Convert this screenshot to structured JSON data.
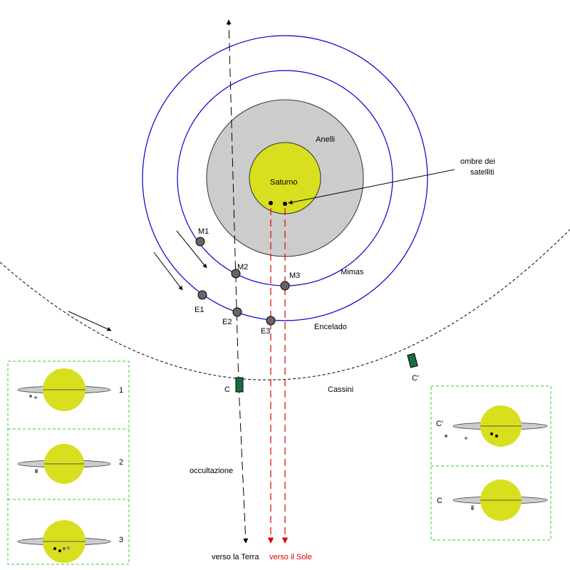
{
  "labels": {
    "saturn": "Saturno",
    "rings": "Anelli",
    "shadows_line1": "ombre dei",
    "shadows_line2": "satelliti",
    "mimas": "Mimas",
    "enceladus": "Encelado",
    "cassini": "Cassini",
    "occultation": "occultazione",
    "to_earth": "verso la Terra",
    "to_sun": "verso il Sole",
    "m1": "M1",
    "m2": "M2",
    "m3": "M3",
    "e1": "E1",
    "e2": "E2",
    "e3": "E3",
    "c": "C",
    "c_prime": "C′"
  },
  "insets_left": [
    {
      "label": "1"
    },
    {
      "label": "2"
    },
    {
      "label": "3"
    }
  ],
  "insets_right": [
    {
      "label": "C′"
    },
    {
      "label": "C"
    }
  ],
  "colors": {
    "planet": "#d8df1f",
    "rings": "#cccccc",
    "orbit": "#0000cc",
    "moon": "#666666",
    "spacecraft": "#1a6e3c",
    "sun_ray": "#e00000",
    "inset_border": "#33cc33"
  }
}
